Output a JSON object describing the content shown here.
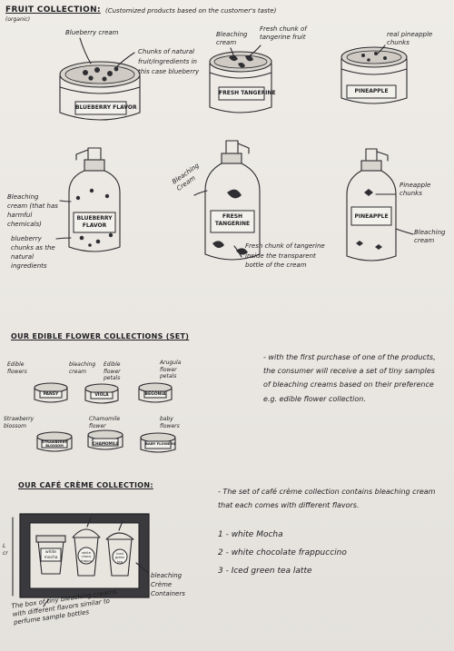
{
  "fruit": {
    "title": "FRUIT COLLECTION:",
    "subtitle": "(Customized products based on the customer's taste)",
    "organic": "(organic)",
    "ann_blueberry_cream": "Blueberry cream",
    "ann_chunks": "Chunks of natural fruit/ingredients in this case blueberry",
    "ann_bleaching_cream": "Bleaching cream",
    "ann_fresh_chunk": "Fresh chunk of tangerine fruit",
    "ann_real_pineapple": "real pineapple chunks",
    "jar1_label": "BLUEBERRY FLAVOR",
    "jar2_label": "FRESH TANGERINE",
    "jar3_label": "PINEAPPLE",
    "ann_bleaching_cream_bottle": "Bleaching cream (that has harmful chemicals)",
    "ann_blueberry_chunks": "blueberry chunks as the natural ingredients",
    "bottle1_label": "BLUEBERRY FLAVOR",
    "ann_bleaching_cream_2": "Bleaching Cream",
    "bottle2_label": "FRESH TANGERINE",
    "ann_fresh_chunk_2": "Fresh chunk of tangerine inside the transparent bottle of the cream",
    "ann_pineapple_chunks": "Pineapple chunks",
    "bottle3_label": "PINEAPPLE",
    "ann_bleaching_cream_3": "Bleaching cream"
  },
  "flower": {
    "title": "OUR EDIBLE FLOWER COLLECTIONS (SET)",
    "ann_edible_flowers": "Edible flowers",
    "ann_bleaching_cream": "bleaching cream",
    "ann_edible_petals": "Edible flower petals",
    "ann_arugula_petals": "Arugula flower petals",
    "jar1": "PANSY",
    "jar2": "VIOLA",
    "jar3": "BEGONIA",
    "ann_strawberry": "Strawberry blossom",
    "ann_chamomile": "Chamomile flower",
    "ann_baby_flowers": "baby flowers",
    "jar4": "STRAWBERRY BLOSSOM",
    "jar5": "CHAMOMILE",
    "jar6": "BABY FLOWERS",
    "note": "- with the first purchase of one of the products, the consumer will receive a set of tiny samples of bleaching creams based on their preference e.g. edible flower collection."
  },
  "cafe": {
    "title": "OUR CAFÉ CRÈME COLLECTION:",
    "note_intro": "- The set of café crème collection contains bleaching cream that each comes with different flavors.",
    "items": [
      "1 - white Mocha",
      "2 - white chocolate frappuccino",
      "3 - Iced green tea latte"
    ],
    "cup1": "white mocha",
    "cup2": "white choco frappu",
    "cup3": "iced green tea",
    "ann_containers": "bleaching Crème Containers",
    "ann_box": "The box of tiny bleaching creams with different flavors similar to perfume sample bottles",
    "side_mark": "L cr"
  }
}
